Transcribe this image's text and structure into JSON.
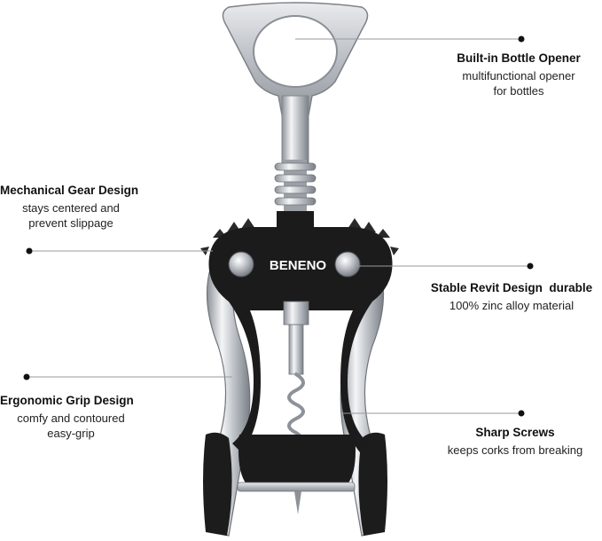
{
  "product": {
    "brand": "BENENO"
  },
  "callouts": [
    {
      "title": "Built-in Bottle Opener",
      "desc_lines": [
        "multifunctional opener",
        "for bottles"
      ]
    },
    {
      "title": "Mechanical Gear Design",
      "desc_lines": [
        "stays centered and",
        "prevent slippage"
      ]
    },
    {
      "title": "Stable Revit Design  durable",
      "desc_lines": [
        "100% zinc alloy material"
      ]
    },
    {
      "title": "Ergonomic Grip Design",
      "desc_lines": [
        "comfy and contoured",
        "easy-grip"
      ]
    },
    {
      "title": "Sharp Screws",
      "desc_lines": [
        "keeps corks from breaking"
      ]
    }
  ],
  "colors": {
    "chrome": "#c9cdd2",
    "body_black": "#1b1b1b",
    "leader_line": "#9a9a9a",
    "dot": "#111111"
  }
}
